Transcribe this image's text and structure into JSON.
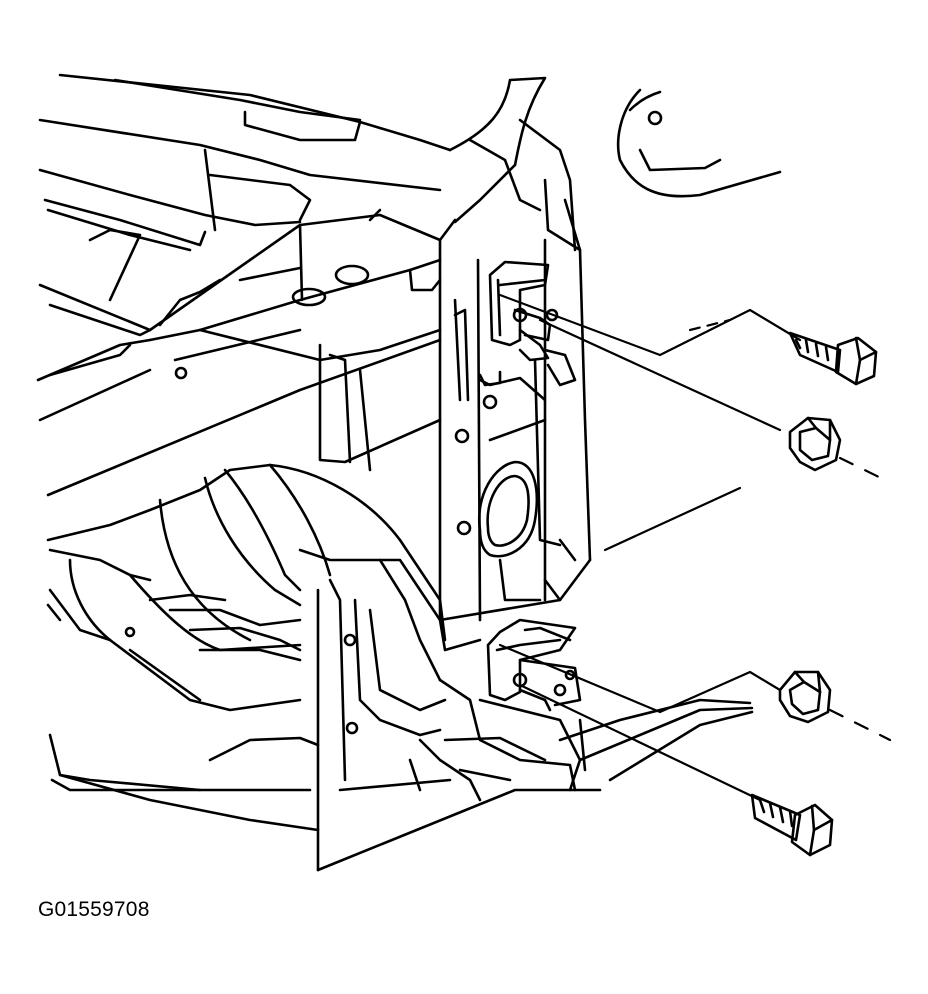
{
  "figure": {
    "id_label": "G01559708"
  },
  "colors": {
    "line": "#000000",
    "background": "#ffffff"
  },
  "parts": [
    "upper-bolt",
    "upper-nut",
    "lower-nut",
    "lower-bolt",
    "upper-bracket",
    "lower-bracket",
    "headlamp-support-panel",
    "radiator-support",
    "fender-wheelhouse"
  ]
}
